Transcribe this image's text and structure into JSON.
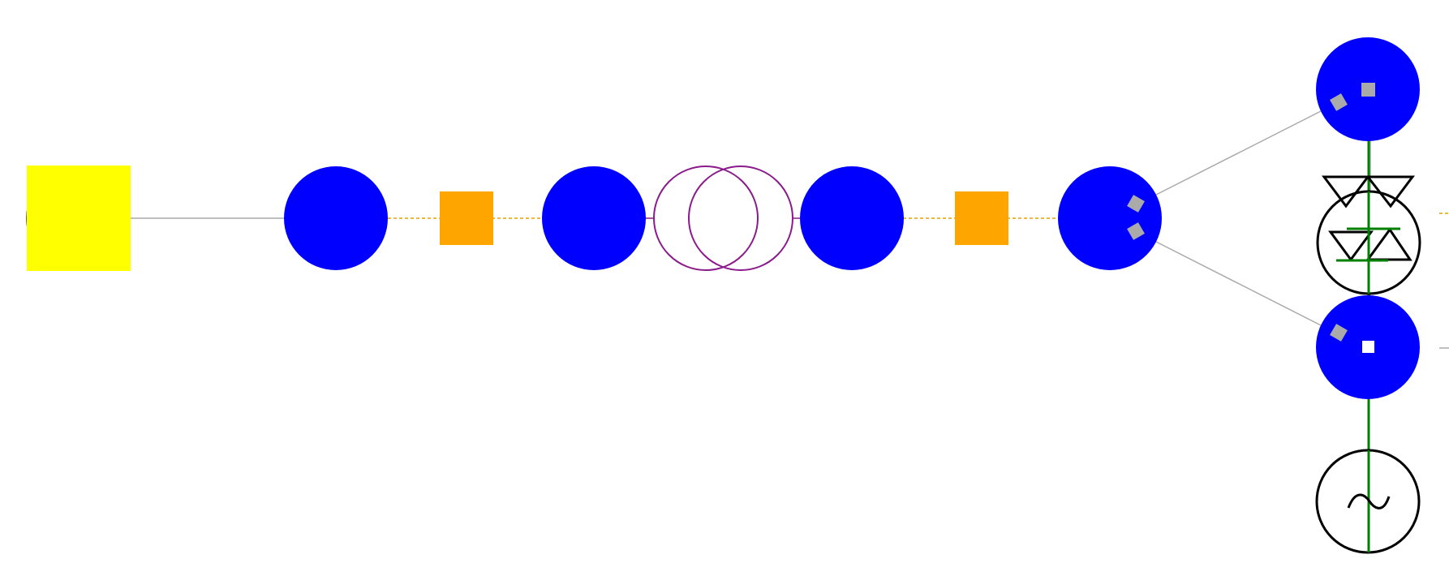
{
  "diagram": {
    "kind": "single-line power network diagram",
    "colors": {
      "background": "#ffffff",
      "bus_node": "#0000ff",
      "external_grid": "#ffff00",
      "external_grid_outline": "#555555",
      "switch_box": "#ffa500",
      "line": "#aaaaaa",
      "dashed_line": "#e6a100",
      "transformer": "#8b1a8b",
      "symbol_outline": "#000000",
      "vertical_connector": "#008000",
      "marker": "#aaaaaa",
      "marker_open": "#ffffff"
    },
    "components": [
      {
        "id": "external-grid",
        "type": "external grid",
        "icon": "yellow-square"
      },
      {
        "id": "bus-1",
        "type": "bus",
        "icon": "blue-circle"
      },
      {
        "id": "switch-1",
        "type": "switch",
        "icon": "orange-square"
      },
      {
        "id": "bus-2",
        "type": "bus",
        "icon": "blue-circle"
      },
      {
        "id": "transformer-1",
        "type": "two-winding transformer",
        "icon": "overlapping-circles"
      },
      {
        "id": "bus-3",
        "type": "bus",
        "icon": "blue-circle"
      },
      {
        "id": "switch-2",
        "type": "switch",
        "icon": "orange-square"
      },
      {
        "id": "bus-4",
        "type": "bus",
        "icon": "blue-circle"
      },
      {
        "id": "bus-5",
        "type": "bus",
        "icon": "blue-circle"
      },
      {
        "id": "bus-6",
        "type": "bus",
        "icon": "blue-circle"
      },
      {
        "id": "converter",
        "type": "power electronic converter",
        "icon": "circle-with-triangles"
      },
      {
        "id": "ac-source",
        "type": "AC source / generator",
        "icon": "circle-with-tilde"
      }
    ],
    "connections": [
      {
        "from": "external-grid",
        "to": "bus-1",
        "style": "solid"
      },
      {
        "from": "bus-1",
        "to": "switch-1",
        "style": "dashed"
      },
      {
        "from": "switch-1",
        "to": "bus-2",
        "style": "dashed"
      },
      {
        "from": "bus-2",
        "to": "transformer-1",
        "style": "solid"
      },
      {
        "from": "transformer-1",
        "to": "bus-3",
        "style": "solid"
      },
      {
        "from": "bus-3",
        "to": "switch-2",
        "style": "dashed"
      },
      {
        "from": "switch-2",
        "to": "bus-4",
        "style": "dashed"
      },
      {
        "from": "bus-4",
        "to": "bus-5",
        "style": "solid"
      },
      {
        "from": "bus-4",
        "to": "bus-6",
        "style": "solid"
      },
      {
        "from": "bus-5",
        "to": "converter",
        "style": "solid"
      },
      {
        "from": "converter",
        "to": "bus-6",
        "style": "solid"
      },
      {
        "from": "bus-6",
        "to": "ac-source",
        "style": "solid"
      }
    ]
  }
}
